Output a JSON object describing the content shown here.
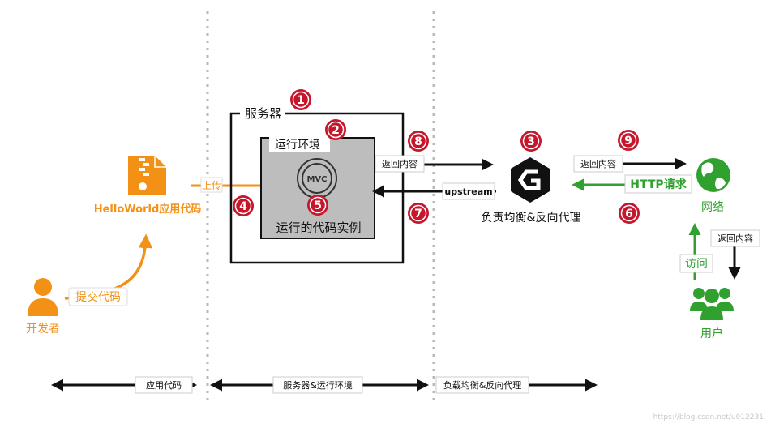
{
  "developer": {
    "label": "开发者"
  },
  "commit_label": "提交代码",
  "app_code_file": {
    "label": "HelloWorld应用代码"
  },
  "upload_label": "上传",
  "server": {
    "title": "服务器"
  },
  "runtime": {
    "title": "运行环境",
    "instance_label": "运行的代码实例",
    "mvc_logo_text": "MVC"
  },
  "edges": {
    "return_content": "返回内容",
    "upstream": "upstream",
    "http_request": "HTTP请求",
    "return_content_user": "返回内容",
    "visit": "访问"
  },
  "load_balancer": {
    "label": "负责均衡&反向代理"
  },
  "network": {
    "label": "网络"
  },
  "user": {
    "label": "用户"
  },
  "steps": [
    "1",
    "2",
    "3",
    "4",
    "5",
    "6",
    "7",
    "8",
    "9"
  ],
  "sections": [
    "应用代码",
    "服务器&运行环境",
    "负载均衡&反向代理"
  ],
  "watermark": "https://blog.csdn.net/u012231"
}
